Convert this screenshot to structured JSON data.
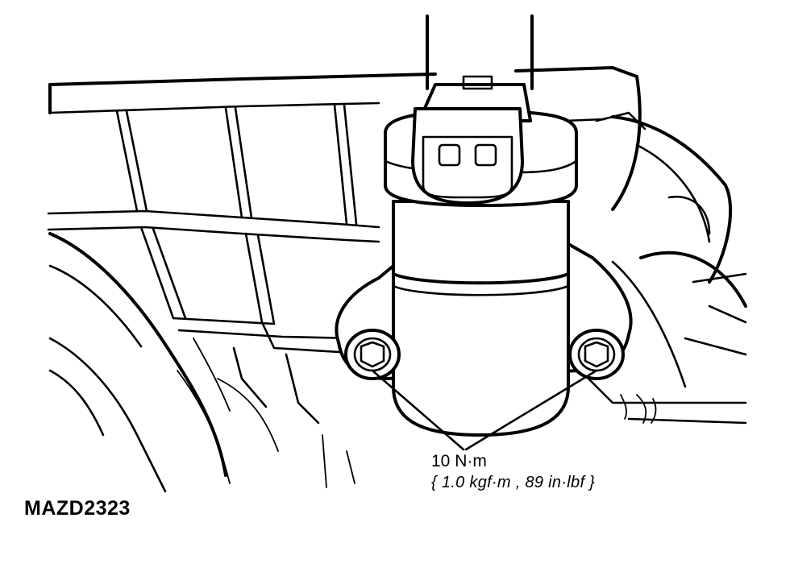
{
  "figure": {
    "code": "MAZD2323"
  },
  "callout": {
    "torque": "10 N·m",
    "torque_alt": "{ 1.0 kgf·m , 89 in·lbf }"
  },
  "parts": {
    "valve_icon": "idle-air-control-valve",
    "bolt_icon": "hex-bolt",
    "connector_icon": "electrical-connector"
  }
}
